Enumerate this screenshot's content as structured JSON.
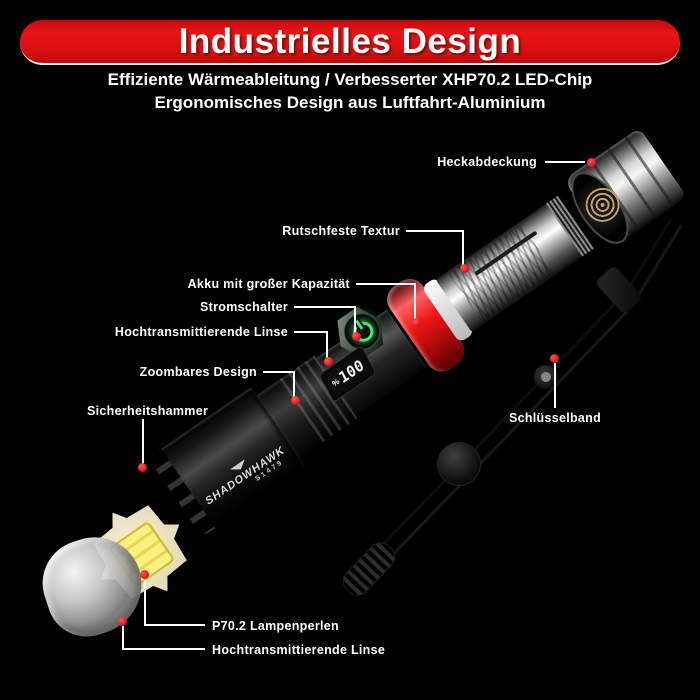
{
  "header": {
    "title": "Industrielles Design",
    "subtitle_line1": "Effiziente Wärmeableitung / Verbesserter XHP70.2 LED-Chip",
    "subtitle_line2": "Ergonomisches Design aus Luftfahrt-Aluminium"
  },
  "product": {
    "brand": "SHADOWHAWK",
    "model": "S1479",
    "display_value": "100",
    "display_unit": "%"
  },
  "callouts": [
    {
      "text": "Heckabdeckung"
    },
    {
      "text": "Rutschfeste Textur"
    },
    {
      "text": "Akku mit großer Kapazität"
    },
    {
      "text": "Stromschalter"
    },
    {
      "text": "Hochtransmittierende Linse"
    },
    {
      "text": "Zoombares Design"
    },
    {
      "text": "Sicherheitshammer"
    },
    {
      "text": "Schlüsselband"
    },
    {
      "text": "P70.2 Lampenperlen"
    },
    {
      "text": "Hochtransmittierende Linse"
    }
  ],
  "colors": {
    "background": "#000000",
    "banner_red": "#d90f0f",
    "callout_dot_red": "#e01220",
    "power_icon_green": "#41e96e",
    "battery_ring_red": "#ef1616"
  }
}
